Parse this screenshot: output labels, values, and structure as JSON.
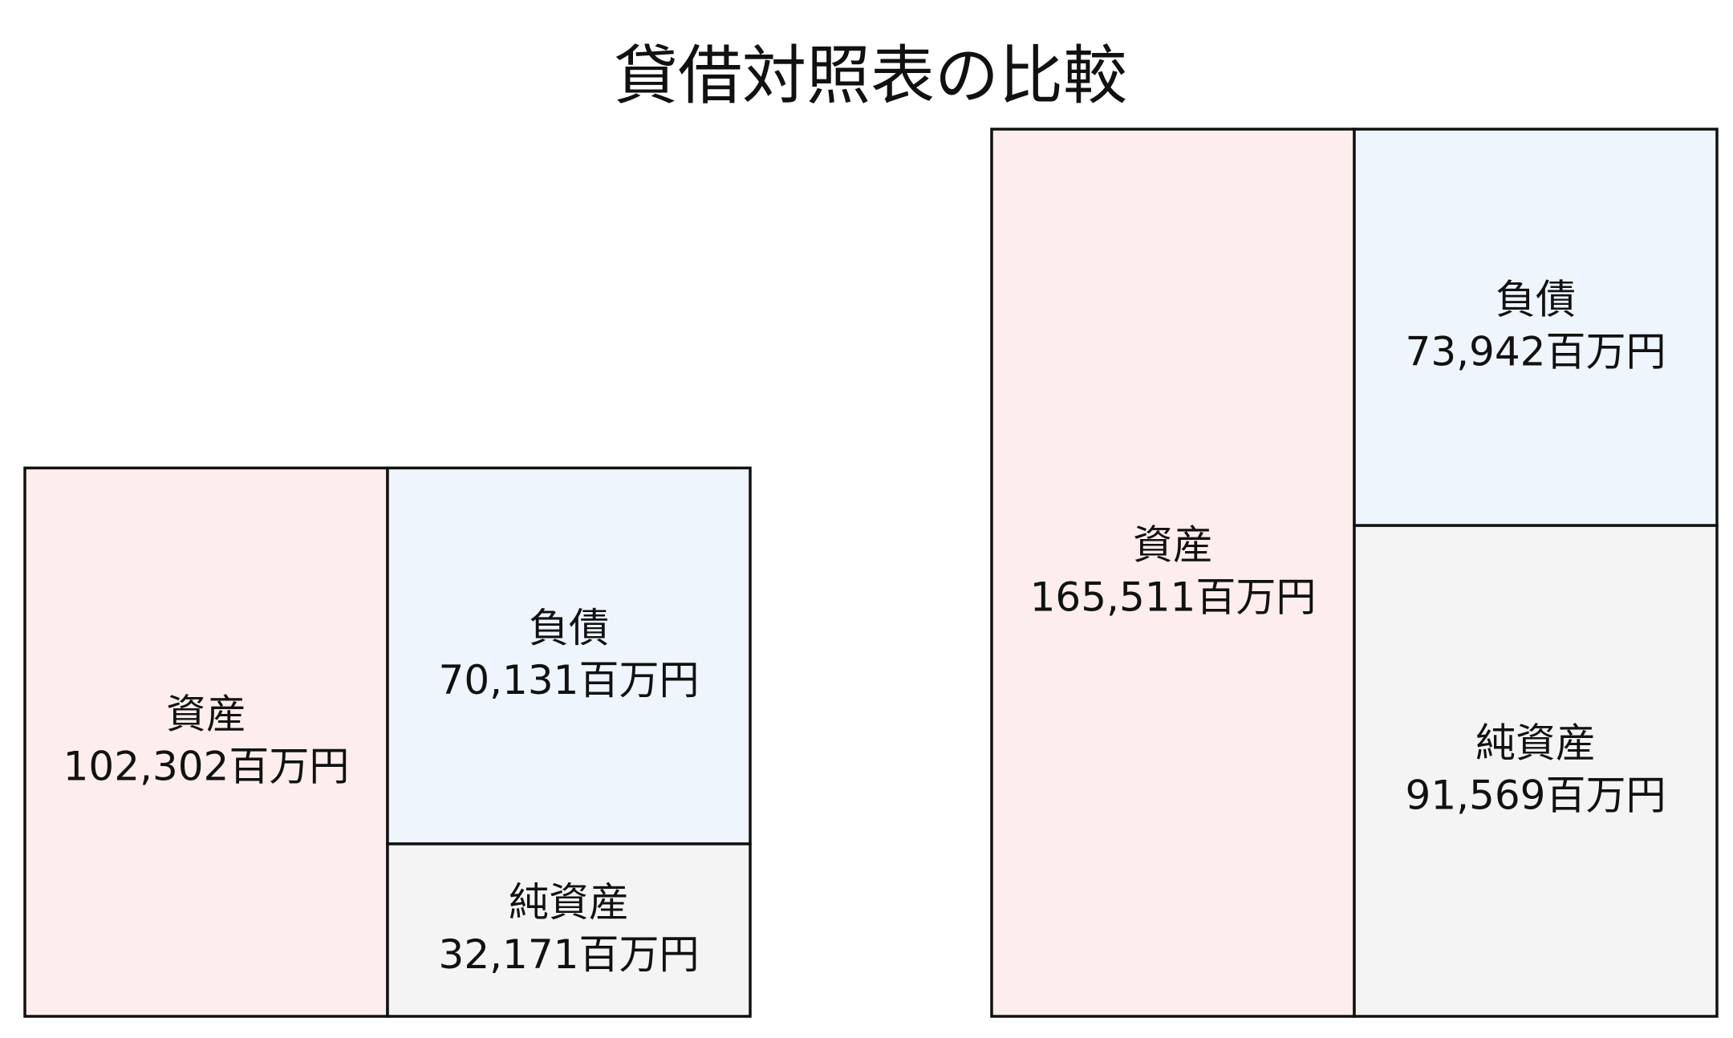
{
  "chart_data": {
    "type": "balance-sheet-comparison",
    "title": "貸借対照表の比較",
    "unit": "百万円",
    "colors": {
      "assets": "#fdeeed",
      "liabilities": "#eef5fd",
      "net_assets": "#f4f4f4",
      "border": "#111111"
    },
    "sheets": [
      {
        "assets": {
          "label": "資産",
          "value": 102302,
          "value_text": "102,302百万円"
        },
        "liabilities": {
          "label": "負債",
          "value": 70131,
          "value_text": "70,131百万円"
        },
        "net_assets": {
          "label": "純資産",
          "value": 32171,
          "value_text": "32,171百万円"
        }
      },
      {
        "assets": {
          "label": "資産",
          "value": 165511,
          "value_text": "165,511百万円"
        },
        "liabilities": {
          "label": "負債",
          "value": 73942,
          "value_text": "73,942百万円"
        },
        "net_assets": {
          "label": "純資産",
          "value": 91569,
          "value_text": "91,569百万円"
        }
      }
    ]
  }
}
